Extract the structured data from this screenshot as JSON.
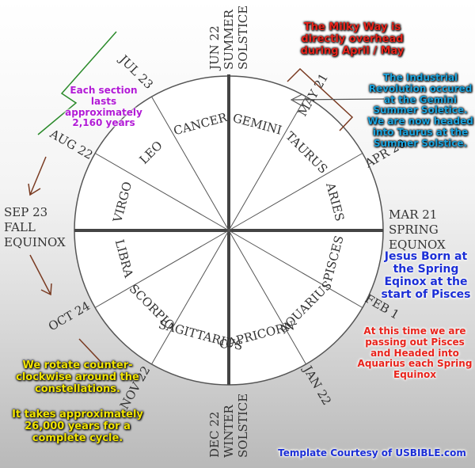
{
  "diagram": {
    "signs": [
      "GEMINI",
      "TAURUS",
      "ARIES",
      "PISCES",
      "AQUARIUS",
      "CAPRICORN",
      "SAGITTARIUS",
      "SCORPIO",
      "LIBRA",
      "VIRGO",
      "LEO",
      "CANCER"
    ],
    "top_label": [
      "JUN 22",
      "SUMMER",
      "SOLSTICE"
    ],
    "bottom_label": [
      "DEC 22",
      "WINTER",
      "SOLSTICE"
    ],
    "left_label": [
      "SEP 23",
      "FALL",
      "EQUINOX"
    ],
    "right_label": [
      "MAR 21",
      "SPRING",
      "EQUNOX"
    ],
    "dates": {
      "jul": "JUL 23",
      "aug": "AUG 22",
      "oct": "OCT 24",
      "nov": "NOV 22",
      "jan": "JAN 22",
      "feb": "FEB 1",
      "apr": "APR 20",
      "may": "MAY 21"
    }
  },
  "notes": {
    "milky_way": "The Milky Way is directly overhead during April / May",
    "section": "Each section lasts approximately 2,160 years",
    "industrial": "The Industrial Revolution occured at the Gemini Summer Soletice. We are now headed into Taurus at the Summer Solstice.",
    "jesus": "Jesus Born at the Spring Eqinox at the start of Pisces",
    "passing": "At this time we are passing out Pisces and Headed into Aquarius each Spring Equinox",
    "rotate": "We rotate counter-clockwise around the constellations.",
    "cycle": "It takes approximately 26,000 years for a complete cycle.",
    "credit": "Template Courtesy of USBIBLE.com"
  },
  "colors": {
    "milky_way": "#e8231b",
    "section": "#b21bd6",
    "industrial": "#1aa3dd",
    "jesus": "#1b2ed6",
    "passing": "#e8231b",
    "rotate": "#f2e400",
    "credit": "#1b2ed6",
    "bracket_green": "#2a8a2a",
    "bracket_brown": "#7a3b22"
  }
}
